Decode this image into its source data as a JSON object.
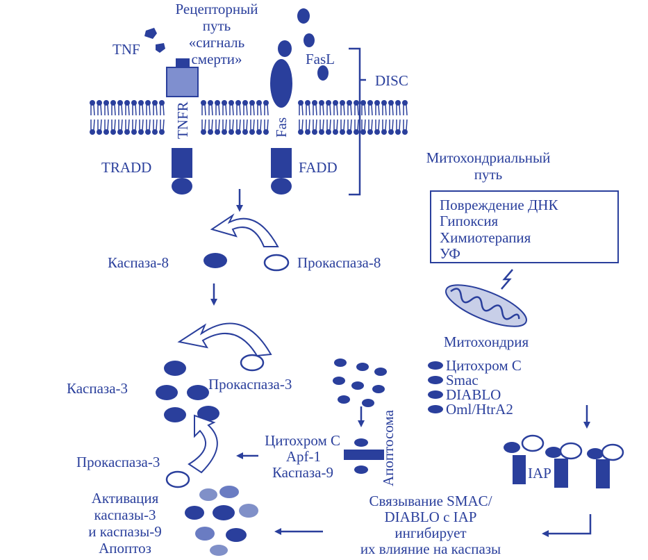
{
  "colors": {
    "primary": "#2a3f9c",
    "receptor_fill": "#7f8fcf",
    "light_caspase": "#8090c8"
  },
  "receptor_path": {
    "lines": [
      "Рецепторный",
      "путь",
      "«сигналь",
      "смерти»"
    ]
  },
  "labels": {
    "tnf": "TNF",
    "fasl": "FasL",
    "disc": "DISC",
    "tnfr": "TNFR",
    "fas": "Fas",
    "tradd": "TRADD",
    "fadd": "FADD",
    "caspase8": "Каспаза-8",
    "procaspase8": "Прокаспаза-8",
    "caspase3": "Каспаза-3",
    "procaspase3_top": "Прокаспаза-3",
    "procaspase3_bottom": "Прокаспаза-3",
    "apoptosome": "Апоптосома",
    "cytochrome_c": "Цитохром С",
    "apf1": "Apf-1",
    "caspase9": "Каспаза-9",
    "mitochondrion": "Митохондрия",
    "iap": "IAP"
  },
  "mito_path": {
    "lines": [
      "Митохондриальный",
      "путь"
    ]
  },
  "stress_box": {
    "items": [
      "Повреждение ДНК",
      "Гипоксия",
      "Химиотерапия",
      "УФ"
    ]
  },
  "mito_release": {
    "items": [
      "Цитохром С",
      "Smac",
      "DIABLO",
      "Oml/HtrA2"
    ]
  },
  "activation": {
    "lines": [
      "Активация",
      "каспазы-3",
      "и каспазы-9",
      "Апоптоз"
    ]
  },
  "smac_binding": {
    "lines": [
      "Связывание SMAC/",
      "DIABLO с IAP",
      "ингибирует",
      "их влияние на каспазы"
    ]
  }
}
